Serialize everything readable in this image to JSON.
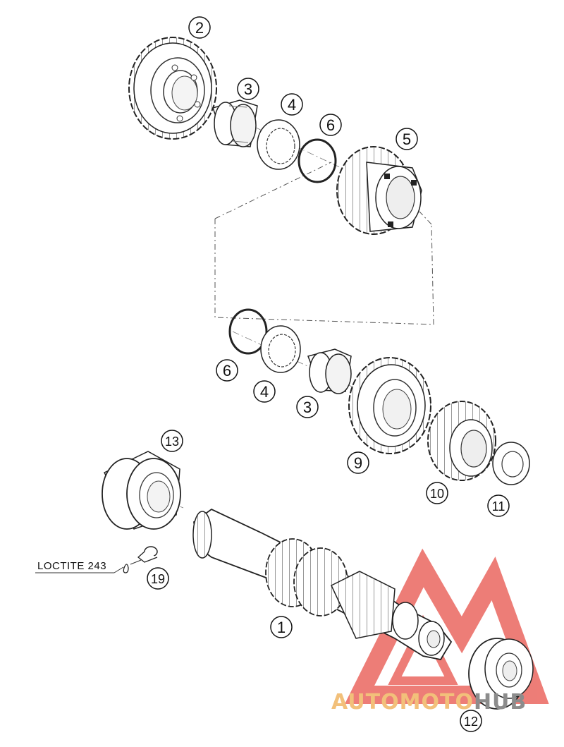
{
  "callout": {
    "text": "LOCTITE 243"
  },
  "watermark": {
    "part1": "AUTOMOTO",
    "part2": "HUB",
    "color1": "#f2c07a",
    "color2": "#8c8c8c",
    "logo_color": "#e8524a"
  },
  "labels": {
    "p2": "2",
    "p3a": "3",
    "p4a": "4",
    "p6a": "6",
    "p5": "5",
    "p6b": "6",
    "p4b": "4",
    "p3b": "3",
    "p9": "9",
    "p13": "13",
    "p10": "10",
    "p11": "11",
    "p19": "19",
    "p1": "1",
    "p12": "12"
  }
}
